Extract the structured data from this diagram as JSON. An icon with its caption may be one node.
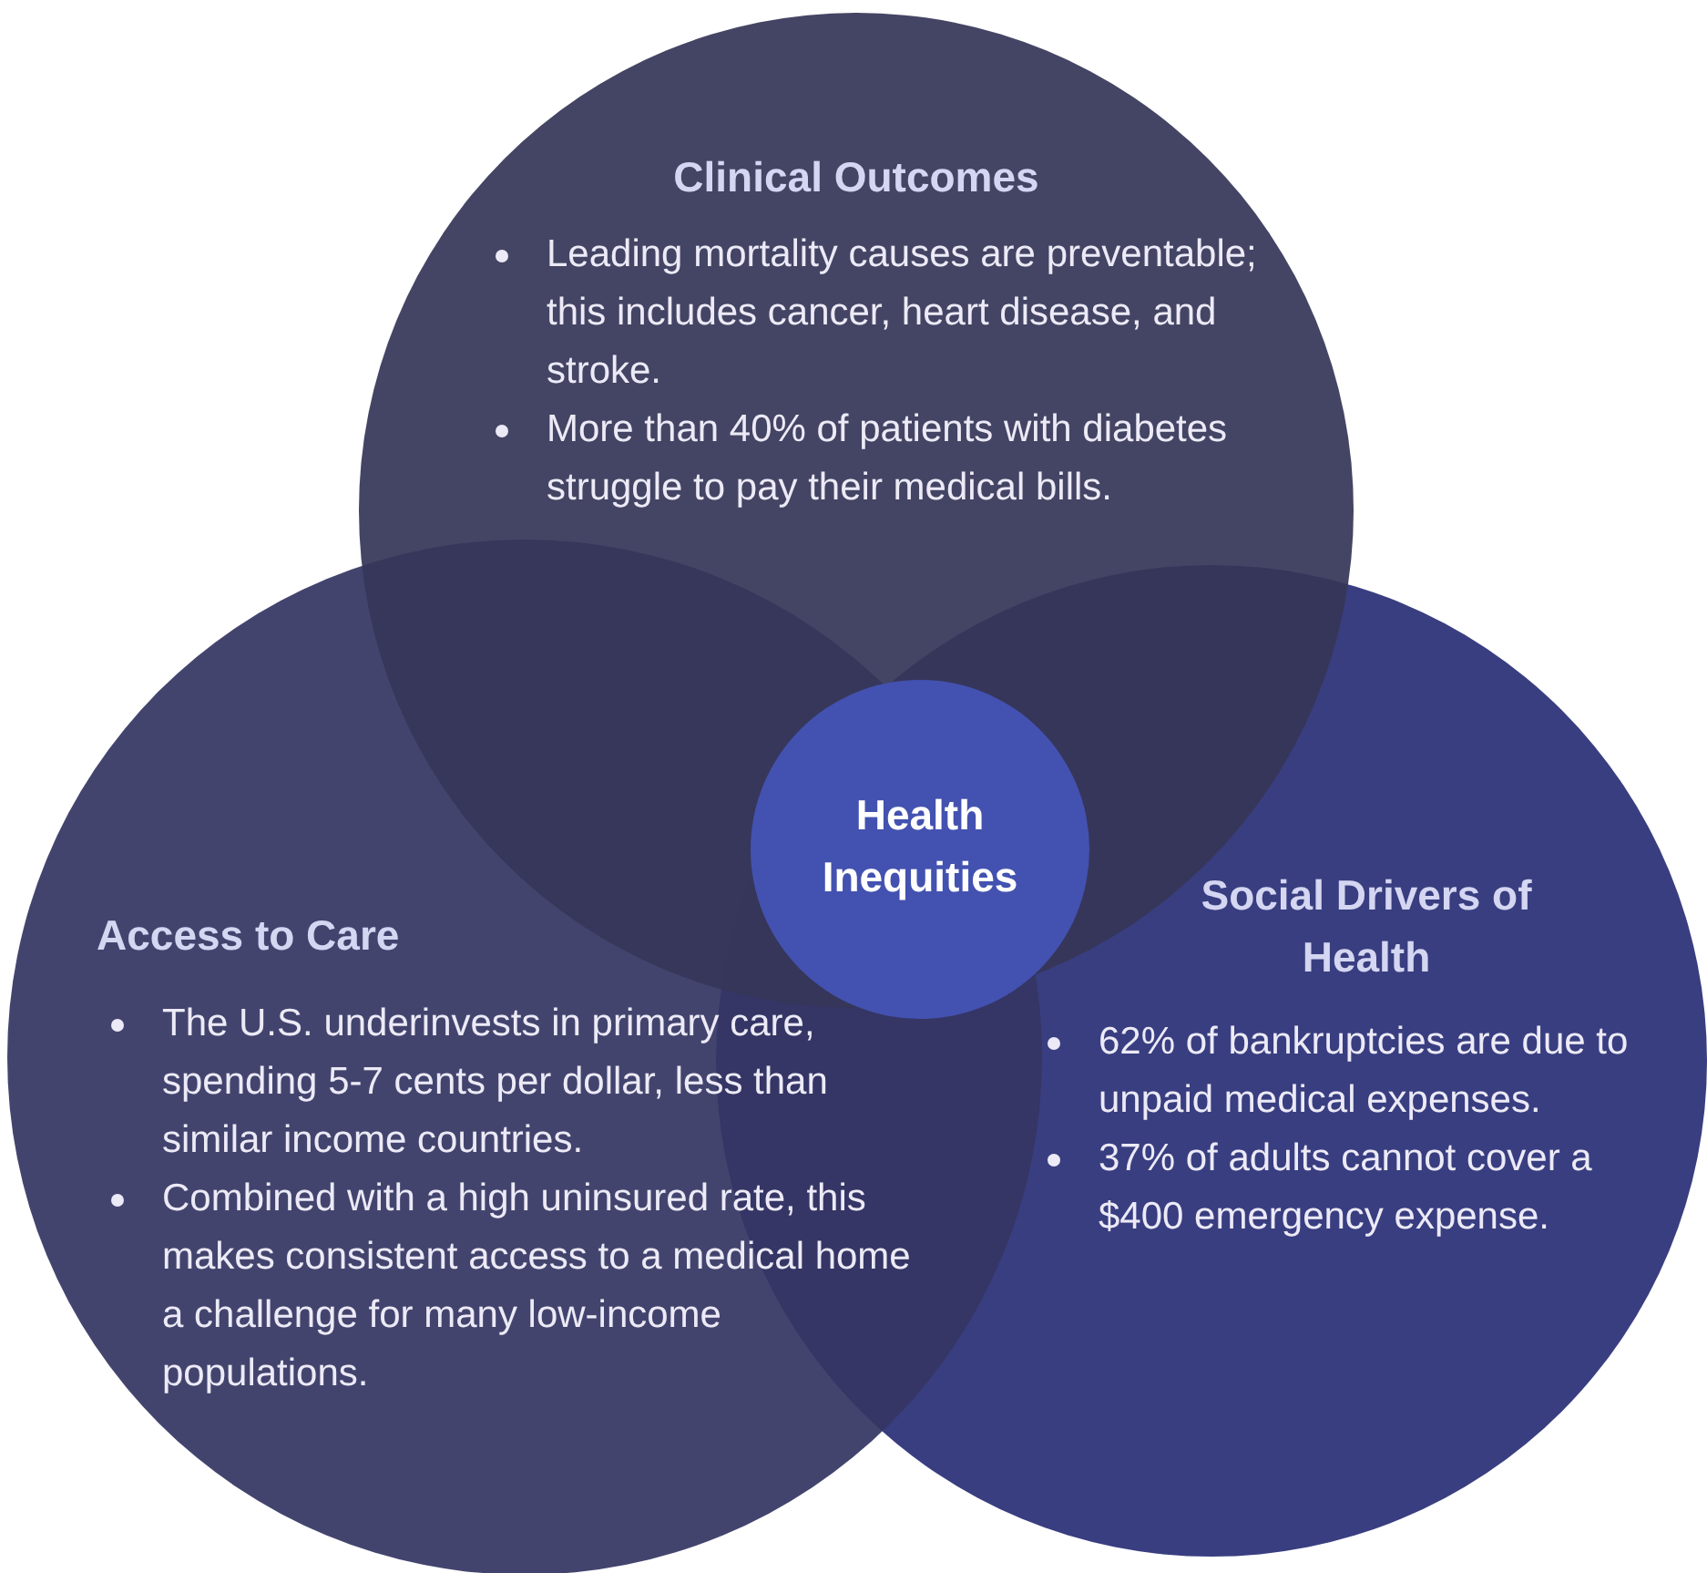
{
  "diagram": {
    "nodes": [
      {
        "text": [
          "Clinical Outcomes",
          "Leading mortality causes are preventable; this includes cancer, heart disease, and stroke.",
          "More than 40% of patients with diabetes struggle to pay their medical bills."
        ]
      },
      {
        "text": [
          "Health Inequities"
        ]
      },
      {
        "text": [
          "Access to Care",
          "The U.S. underinvests in primary care, spending 5-7 cents per dollar, less than similar income countries.",
          "Combined with a high uninsured rate, this makes consistent access to a medical home a challenge for many low-income populations."
        ]
      },
      {
        "text": [
          "Social Drivers of Health",
          "62% of bankruptcies are due to unpaid medical expenses.",
          "37% of adults cannot cover a $400 emergency expense."
        ]
      }
    ]
  }
}
